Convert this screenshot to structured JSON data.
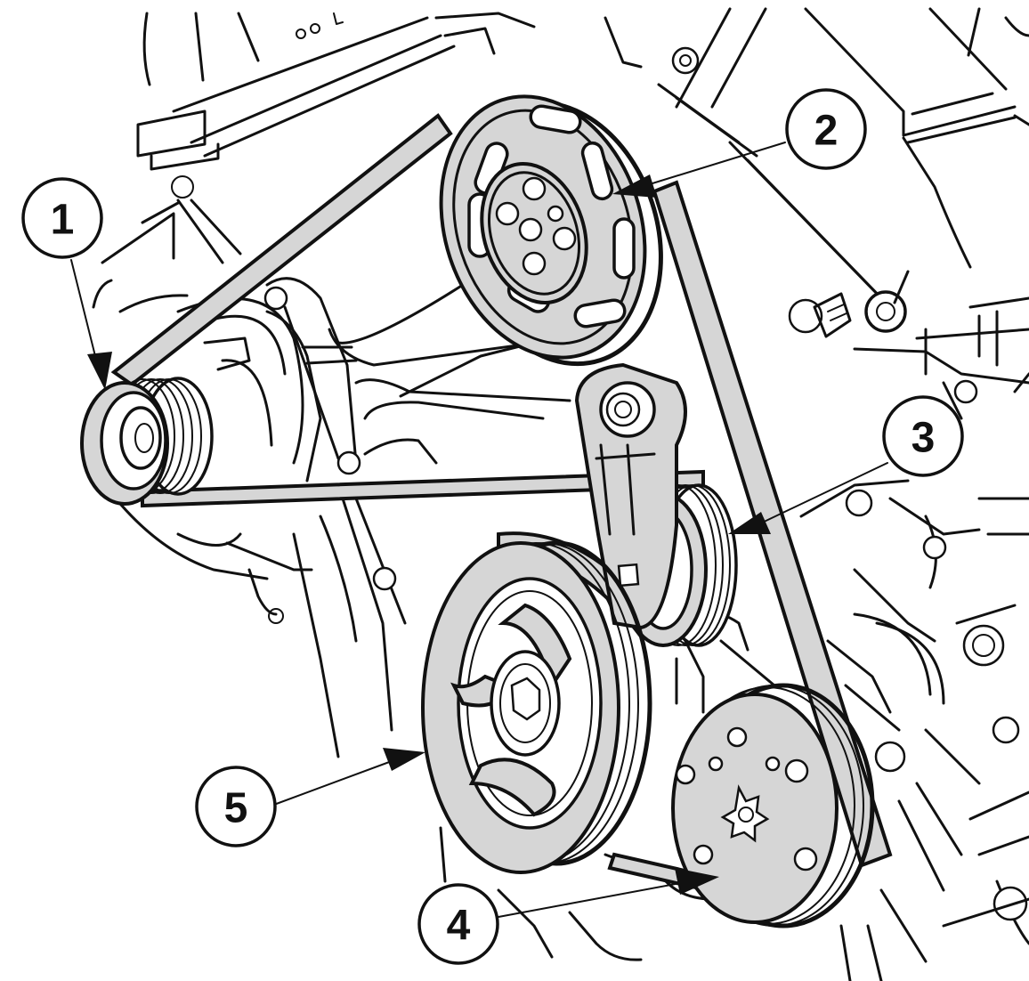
{
  "diagram": {
    "type": "accessory-drive-belt-routing",
    "colors": {
      "line": "#111111",
      "pulley_fill": "#d6d6d6",
      "background": "#ffffff"
    },
    "callouts": [
      {
        "id": 1,
        "label": "1",
        "part": "alternator-pulley"
      },
      {
        "id": 2,
        "label": "2",
        "part": "water-pump-pulley"
      },
      {
        "id": 3,
        "label": "3",
        "part": "belt-tensioner-pulley"
      },
      {
        "id": 4,
        "label": "4",
        "part": "ac-compressor-pulley"
      },
      {
        "id": 5,
        "label": "5",
        "part": "crankshaft-pulley"
      }
    ]
  }
}
